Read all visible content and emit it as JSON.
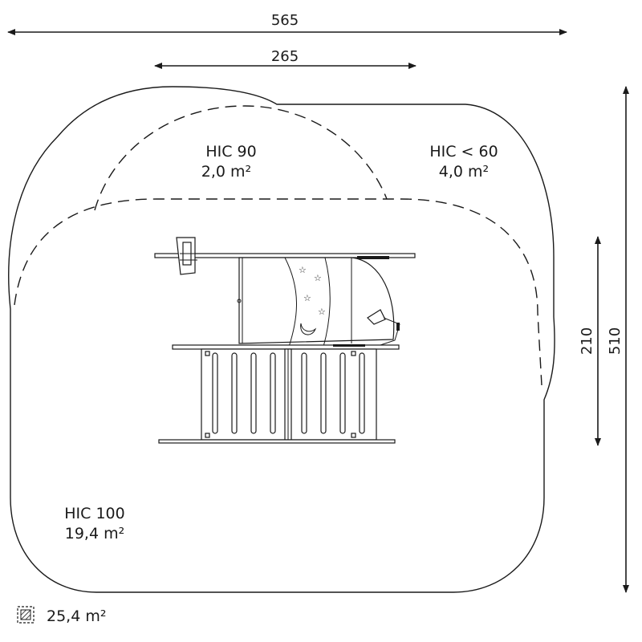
{
  "dimensions": {
    "total_width": "565",
    "inner_width": "265",
    "inner_height": "210",
    "total_height": "510"
  },
  "zones": {
    "hic90_name": "HIC 90",
    "hic90_area": "2,0 m²",
    "hic60_name": "HIC < 60",
    "hic60_area": "4,0 m²",
    "hic100_name": "HIC 100",
    "hic100_area": "19,4 m²"
  },
  "legend": {
    "total_area": "25,4 m²",
    "icon": "hatched-area-icon"
  }
}
